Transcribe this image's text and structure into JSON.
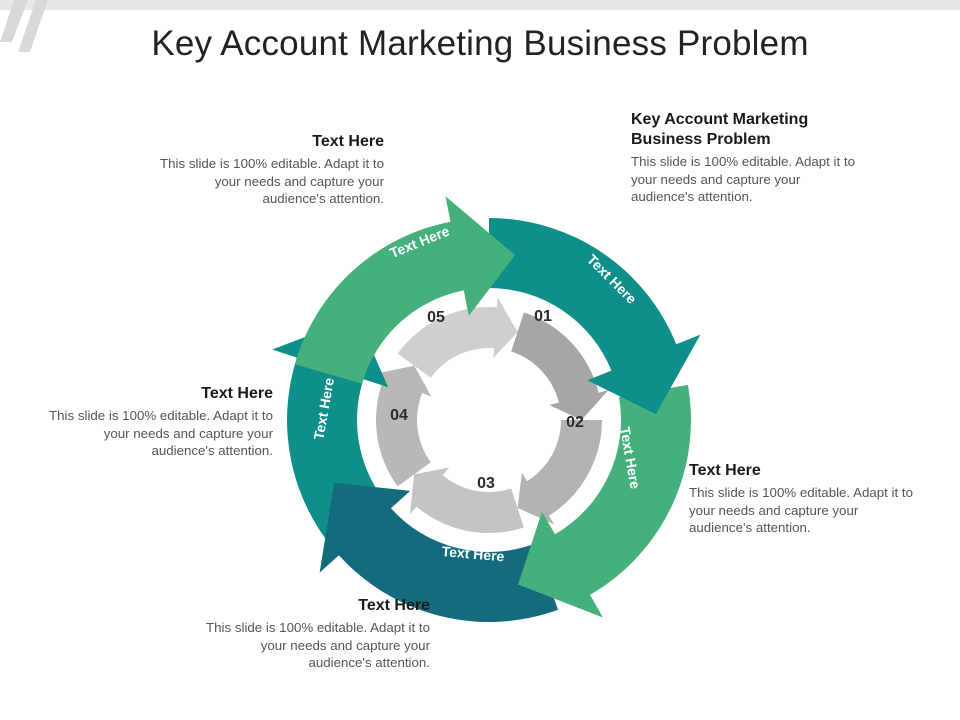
{
  "title": "Key Account Marketing Business Problem",
  "colors": {
    "teal": "#0f8f8a",
    "green": "#45b07c",
    "dark_teal": "#136b7d",
    "ring_gray": "#c8c8c8",
    "inner_gray": "#a5a5a5"
  },
  "arrows": [
    {
      "label": "Text Here",
      "color": "#45b07c"
    },
    {
      "label": "Text Here",
      "color": "#0f8f8a"
    },
    {
      "label": "Text Here",
      "color": "#45b07c"
    },
    {
      "label": "Text Here",
      "color": "#136b7d"
    },
    {
      "label": "Text Here",
      "color": "#0f8f8a"
    }
  ],
  "steps": [
    "01",
    "02",
    "03",
    "04",
    "05"
  ],
  "blocks": {
    "top_right": {
      "heading": "Key Account Marketing Business Problem",
      "body": "This slide is 100% editable. Adapt it to your needs and capture your audience's attention."
    },
    "right": {
      "heading": "Text Here",
      "body": "This slide is 100% editable. Adapt it to your needs and capture your audience's attention."
    },
    "bottom": {
      "heading": "Text Here",
      "body": "This slide is 100% editable. Adapt it to your needs and capture your audience's attention."
    },
    "left": {
      "heading": "Text Here",
      "body": "This slide is 100% editable. Adapt it to your needs and capture your audience's attention."
    },
    "top_left": {
      "heading": "Text Here",
      "body": "This slide is 100% editable. Adapt it to your needs and capture your audience's attention."
    }
  }
}
